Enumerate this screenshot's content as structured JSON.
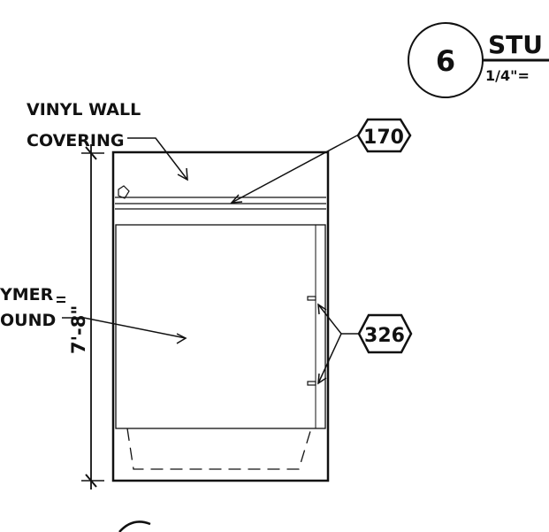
{
  "title_bubble": {
    "number": "6",
    "title": "STU",
    "scale": "1/4\"="
  },
  "labels": {
    "vinyl_line1": "VINYL WALL",
    "vinyl_line2": "COVERING",
    "polymer_line1": "YMER",
    "polymer_line2": "OUND"
  },
  "dimension": {
    "text": "7'-8\""
  },
  "tags": {
    "tag_170": "170",
    "tag_326": "326"
  }
}
